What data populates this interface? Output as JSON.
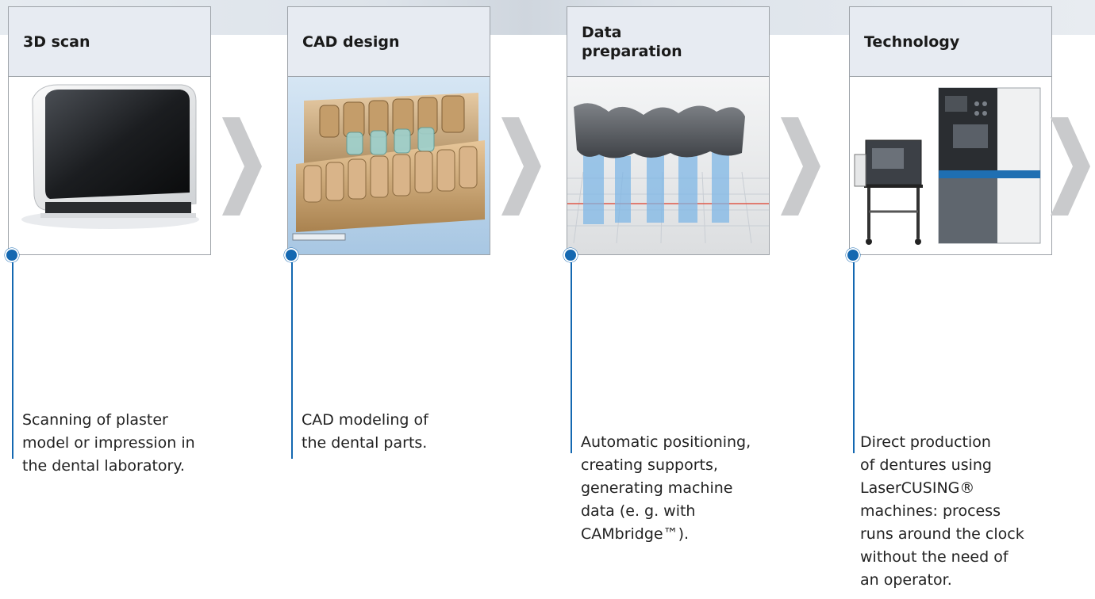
{
  "steps": [
    {
      "title": "3D scan",
      "image": "desktop-3d-scanner",
      "description": "Scanning of plaster\nmodel or impression in\nthe dental laboratory."
    },
    {
      "title": "CAD design",
      "image": "cad-dental-model",
      "description": "CAD modeling of\nthe dental parts."
    },
    {
      "title": "Data\npreparation",
      "image": "bridge-with-supports",
      "description": "Automatic positioning,\ncreating supports,\ngenerating machine\ndata (e. g. with\nCAMbridge™)."
    },
    {
      "title": "Technology",
      "image": "lasercusing-machine",
      "description": "Direct production\nof dentures using\nLaserCUSING®\nmachines: process\nruns around the clock\nwithout the need of\nan operator."
    }
  ],
  "colors": {
    "accent": "#1468b1",
    "header_bg": "#e7ebf2",
    "arrow": "#c9cacc",
    "border": "#9da2a8"
  },
  "icons": [
    "chevron-right-icon"
  ]
}
